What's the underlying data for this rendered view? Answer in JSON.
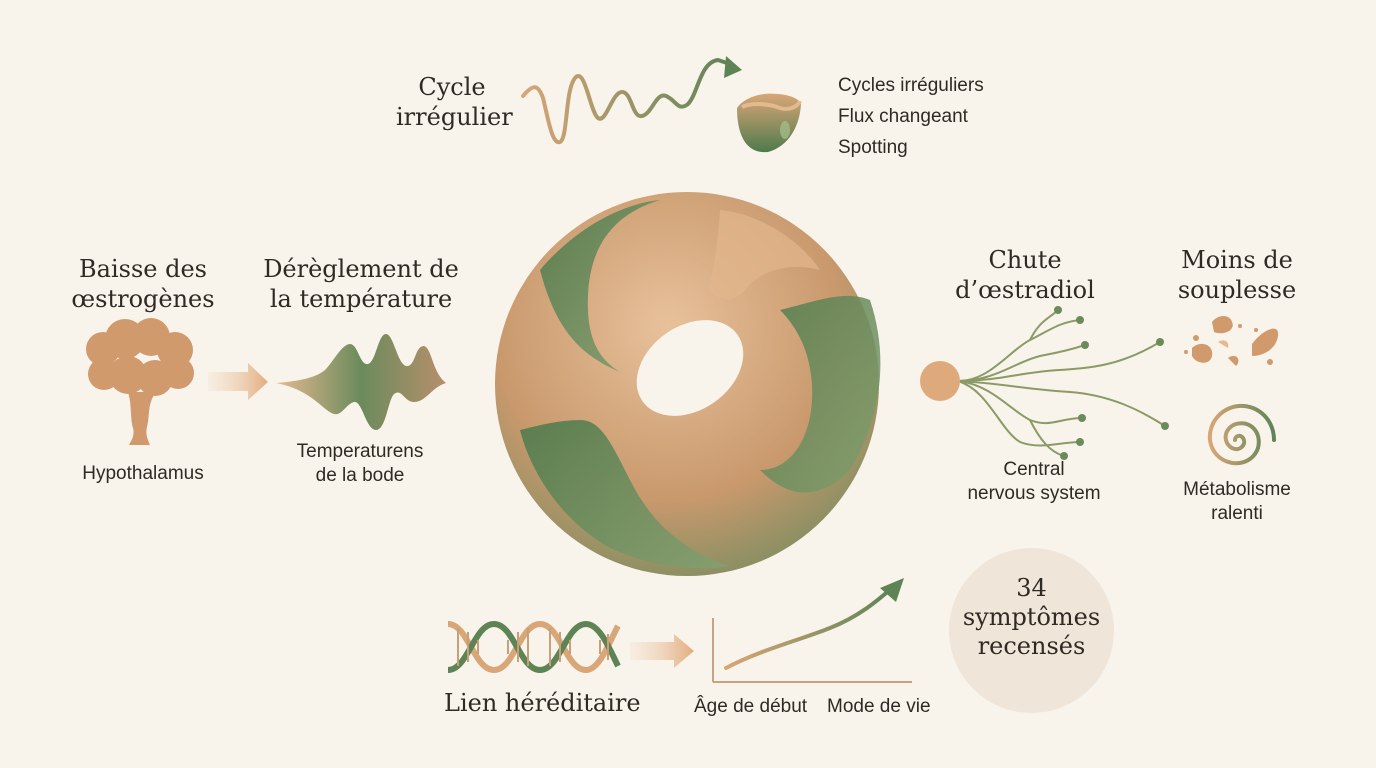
{
  "cycle": {
    "title_l1": "Cycle",
    "title_l2": "irrégulier",
    "items": [
      "Cycles irréguliers",
      "Flux changeant",
      "Spotting"
    ]
  },
  "estrogen": {
    "title_l1": "Baisse des",
    "title_l2": "œstrogènes",
    "label": "Hypothalamus"
  },
  "temperature": {
    "title_l1": "Dérèglement de",
    "title_l2": "la température",
    "label_l1": "Temperaturens",
    "label_l2": "de la bode"
  },
  "estradiol": {
    "title_l1": "Chute",
    "title_l2": "d’œstradiol",
    "label_l1": "Central",
    "label_l2": "nervous system"
  },
  "flexibility": {
    "title_l1": "Moins de",
    "title_l2": "souplesse",
    "label_l1": "Métabolisme",
    "label_l2": "ralenti"
  },
  "heredity": {
    "title": "Lien héréditaire",
    "axis_left": "Âge de début",
    "axis_right": "Mode de vie"
  },
  "symptoms": {
    "count": "34",
    "line1": "symptômes",
    "line2": "recensés"
  },
  "colors": {
    "green": "#5e8456",
    "tan": "#d9a677",
    "background": "#f8f4ec",
    "badge": "#efe5d8"
  }
}
